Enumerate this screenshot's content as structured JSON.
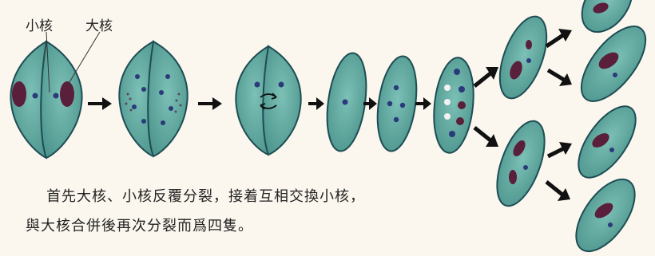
{
  "labels": {
    "micronucleus": "小核",
    "macronucleus": "大核"
  },
  "caption": {
    "line1": "首先大核、小核反覆分裂，接着互相交換小核，",
    "line2": "與大核合併後再次分裂而爲四隻。"
  },
  "colors": {
    "cell_fill": "#5fa8a3",
    "cell_stroke": "#1e4d54",
    "macronucleus": "#5a1f3a",
    "micronucleus": "#2a3a7a",
    "arrow": "#111111"
  }
}
